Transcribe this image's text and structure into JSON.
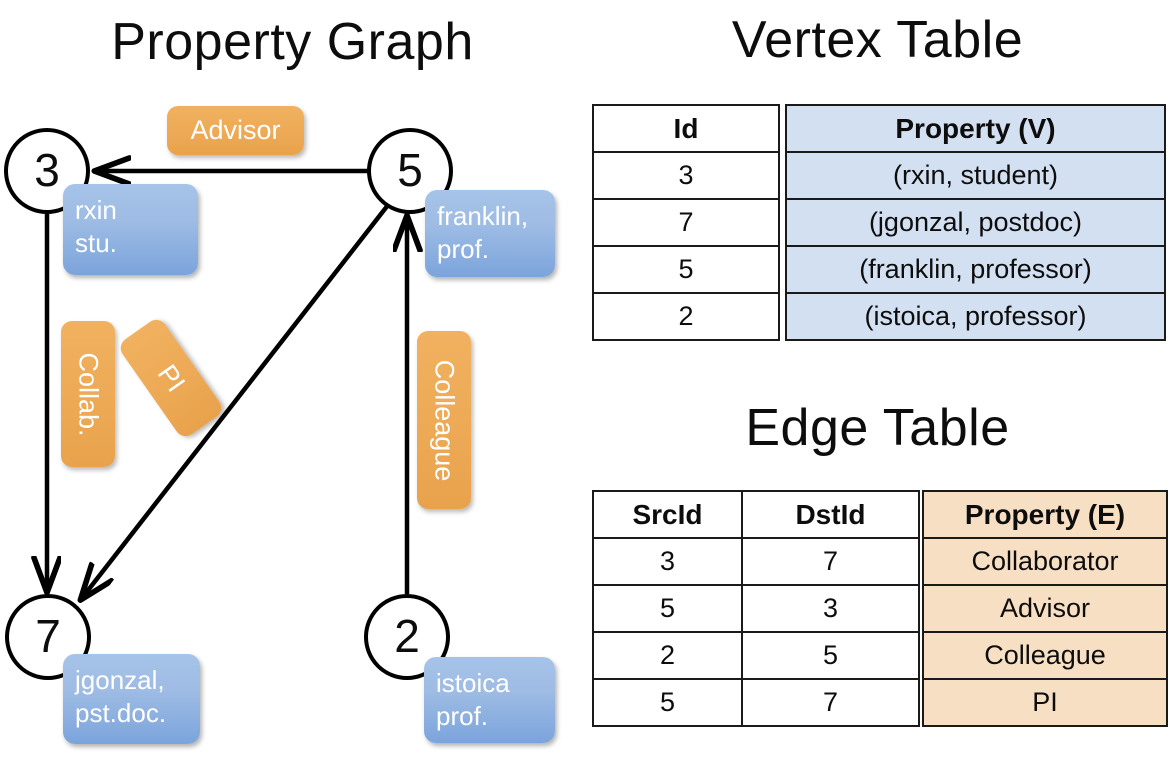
{
  "titles": {
    "property_graph": "Property Graph",
    "vertex_table": "Vertex Table",
    "edge_table": "Edge Table"
  },
  "colors": {
    "vertex_property_fill": "#d3e0f2",
    "edge_property_fill": "#f7dfc4",
    "node_property_box": "#9ebce4",
    "edge_label_box": "#eeab57",
    "stroke": "#000000"
  },
  "graph": {
    "nodes": [
      {
        "id": "3",
        "property": "rxin\nstu.",
        "prop_line1": "rxin",
        "prop_line2": "stu."
      },
      {
        "id": "5",
        "property": "franklin, prof.",
        "prop_line1": "franklin,",
        "prop_line2": "prof."
      },
      {
        "id": "7",
        "property": "jgonzal, pst.doc.",
        "prop_line1": "jgonzal,",
        "prop_line2": "pst.doc."
      },
      {
        "id": "2",
        "property": "istoica prof.",
        "prop_line1": "istoica",
        "prop_line2": "prof."
      }
    ],
    "edges": [
      {
        "src": "5",
        "dst": "3",
        "label": "Advisor",
        "orientation": "horizontal"
      },
      {
        "src": "3",
        "dst": "7",
        "label": "Collab.",
        "orientation": "vertical"
      },
      {
        "src": "5",
        "dst": "7",
        "label": "PI",
        "orientation": "diagonal"
      },
      {
        "src": "2",
        "dst": "5",
        "label": "Colleague",
        "orientation": "vertical"
      }
    ]
  },
  "vertex_table": {
    "headers": {
      "id": "Id",
      "property": "Property (V)"
    },
    "rows": [
      {
        "id": "3",
        "property": "(rxin, student)"
      },
      {
        "id": "7",
        "property": "(jgonzal, postdoc)"
      },
      {
        "id": "5",
        "property": "(franklin, professor)"
      },
      {
        "id": "2",
        "property": "(istoica, professor)"
      }
    ]
  },
  "edge_table": {
    "headers": {
      "src": "SrcId",
      "dst": "DstId",
      "property": "Property (E)"
    },
    "rows": [
      {
        "src": "3",
        "dst": "7",
        "property": "Collaborator"
      },
      {
        "src": "5",
        "dst": "3",
        "property": "Advisor"
      },
      {
        "src": "2",
        "dst": "5",
        "property": "Colleague"
      },
      {
        "src": "5",
        "dst": "7",
        "property": "PI"
      }
    ]
  }
}
